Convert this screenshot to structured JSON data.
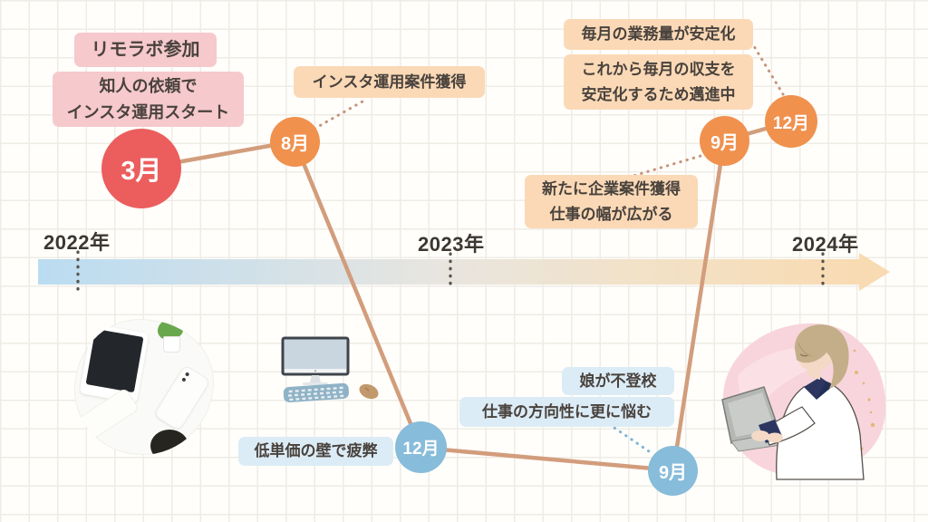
{
  "diagram": {
    "type": "timeline",
    "title_implicit": "リモラボ参加後の歩み(2022年〜2024年)"
  },
  "axis": {
    "years": [
      "2022年",
      "2023年",
      "2024年"
    ]
  },
  "nodes": [
    {
      "month": "3月",
      "color": "#eb5e5d"
    },
    {
      "month": "8月",
      "color": "#f0914e"
    },
    {
      "month": "12月",
      "color": "#87bcda"
    },
    {
      "month": "9月",
      "color": "#87bcda"
    },
    {
      "month": "9月",
      "color": "#f0914e"
    },
    {
      "month": "12月",
      "color": "#f0914e"
    }
  ],
  "annotations": {
    "remolab_join": "リモラボ参加",
    "start_line1": "知人の依頼で",
    "start_line2": "インスタ運用スタート",
    "insta_case": "インスタ運用案件獲得",
    "workload_stable": "毎月の業務量が安定化",
    "striving_line1": "これから毎月の収支を",
    "striving_line2": "安定化するため邁進中",
    "corporate_line1": "新たに企業案件獲得",
    "corporate_line2": "仕事の幅が広がる",
    "low_price_wall": "低単価の壁で疲弊",
    "daughter_line1": "娘が不登校",
    "daughter_line2": "仕事の方向性に更に悩む"
  },
  "colors": {
    "node_red": "#eb5e5d",
    "node_orange": "#f0914e",
    "node_blue": "#87bcda",
    "box_pink": "#f6c9cc",
    "box_orange": "#fbd9b6",
    "box_blue": "#dcecf6",
    "connector": "#d29d7c",
    "bar_start_blue": "#badcf1",
    "bar_end_orange": "#f8dbb2",
    "text_dark": "#49423d"
  }
}
